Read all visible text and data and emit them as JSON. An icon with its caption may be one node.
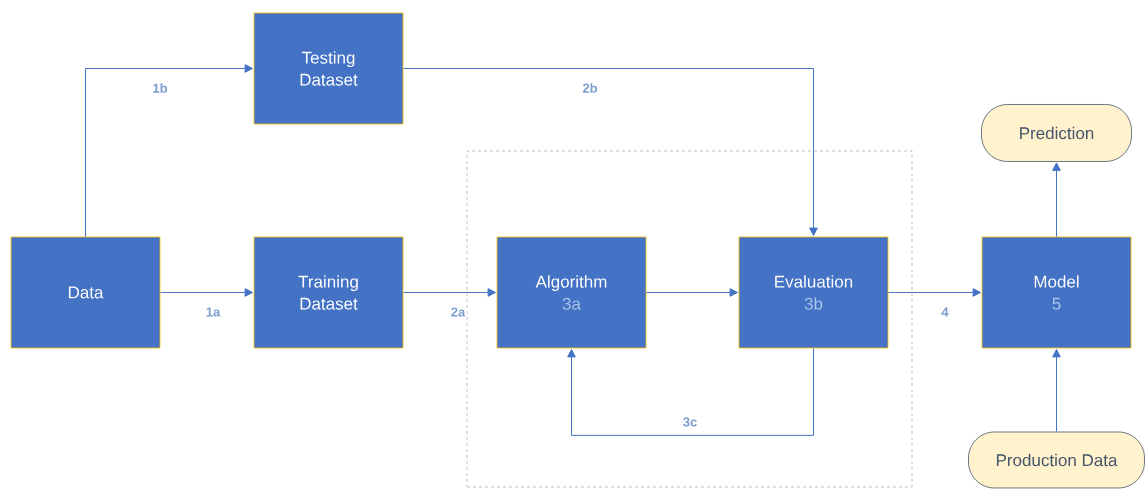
{
  "diagram": {
    "nodes": [
      {
        "text": [
          "Data"
        ]
      },
      {
        "text": [
          "Testing Dataset"
        ]
      },
      {
        "text": [
          "Training Dataset"
        ]
      },
      {
        "text": [],
        "shape": "box"
      },
      {
        "text": [
          "Algorithm",
          "3a"
        ],
        "in": 3
      },
      {
        "text": [
          "Evaluation",
          "3b"
        ],
        "in": 3
      },
      {
        "text": [
          "Model",
          "5"
        ]
      },
      {
        "text": [
          "Prediction"
        ]
      },
      {
        "text": [
          "Production Data"
        ]
      }
    ],
    "edges": [
      {
        "from": 0,
        "to": 1,
        "arrow": "to",
        "label": "1b"
      },
      {
        "from": 0,
        "to": 2,
        "arrow": "to",
        "label": "1a"
      },
      {
        "from": 1,
        "to": 5,
        "arrow": "to",
        "label": "2b"
      },
      {
        "from": 2,
        "to": 4,
        "arrow": "to",
        "label": "2a"
      },
      {
        "from": 4,
        "to": 5,
        "arrow": "to"
      },
      {
        "from": 5,
        "to": 4,
        "arrow": "to",
        "label": "3c"
      },
      {
        "from": 5,
        "to": 6,
        "arrow": "to",
        "label": "4"
      },
      {
        "from": 6,
        "to": 7,
        "arrow": "to"
      },
      {
        "from": 8,
        "to": 6,
        "arrow": "to"
      }
    ]
  }
}
